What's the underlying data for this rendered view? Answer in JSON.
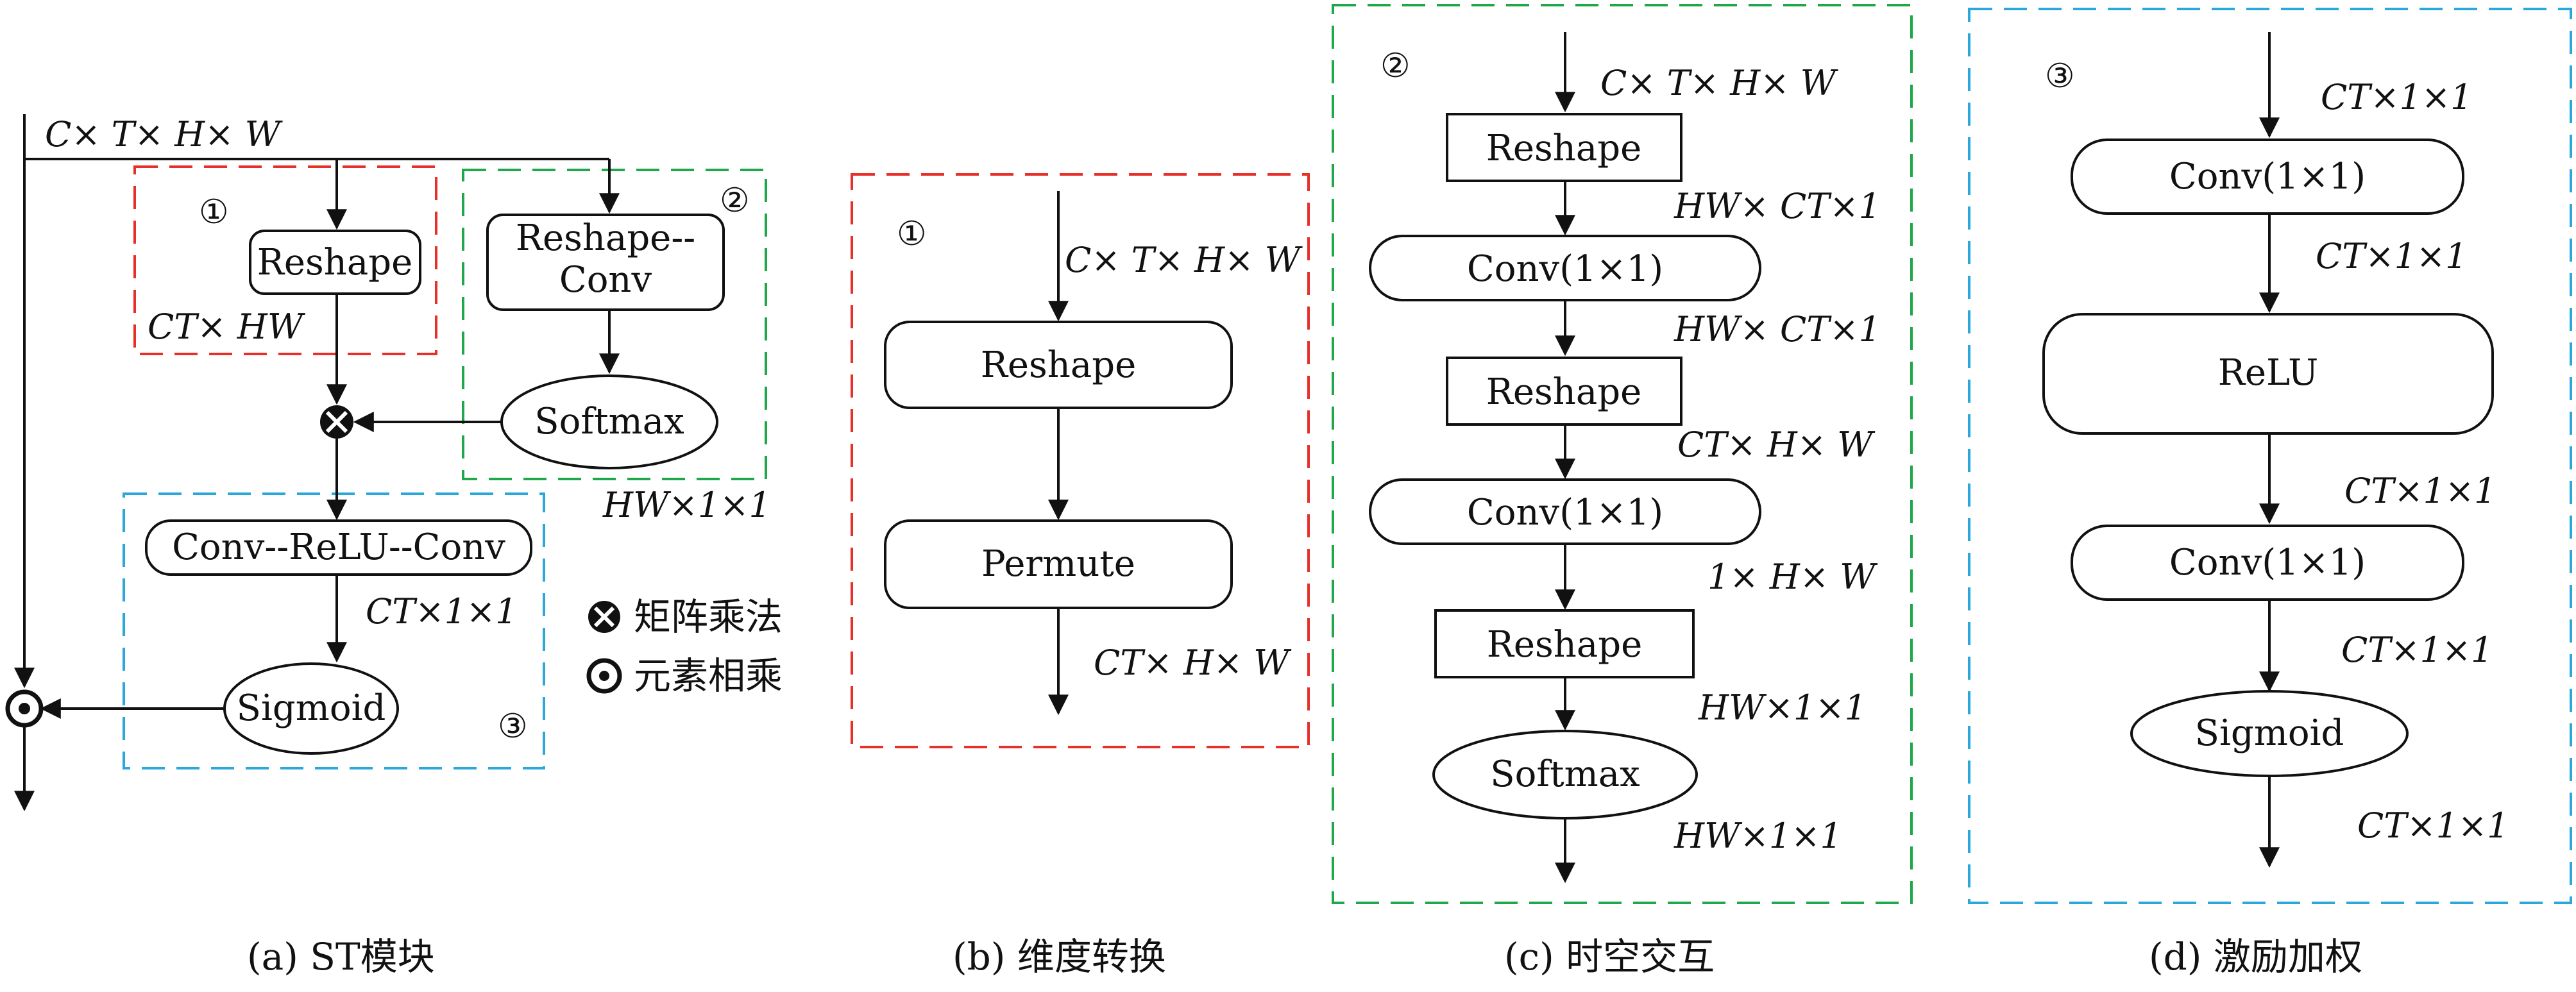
{
  "colors": {
    "red": "#e8302a",
    "green": "#1fa84a",
    "blue": "#2aa8dc",
    "ink": "#111111"
  },
  "panel_a": {
    "caption": "(a) ST模块",
    "input_dim": "C× T× H× W",
    "reshape": "Reshape",
    "reshape_conv_line1": "Reshape--",
    "reshape_conv_line2": "Conv",
    "ct_hw": "CT× HW",
    "softmax": "Softmax",
    "hw11": "HW×1×1",
    "conv_relu_conv": "Conv--ReLU--Conv",
    "ct11": "CT×1×1",
    "sigmoid": "Sigmoid",
    "mark1": "①",
    "mark2": "②",
    "mark3": "③",
    "legend_matmul": "矩阵乘法",
    "legend_elemwise": "元素相乘"
  },
  "panel_b": {
    "caption": "(b) 维度转换",
    "mark1": "①",
    "input_dim": "C× T× H× W",
    "reshape": "Reshape",
    "permute": "Permute",
    "output_dim": "CT× H× W"
  },
  "panel_c": {
    "caption": "(c) 时空交互",
    "mark2": "②",
    "input_dim": "C× T× H× W",
    "reshape1": "Reshape",
    "dim1": "HW× CT×1",
    "conv1": "Conv(1×1)",
    "dim2": "HW× CT×1",
    "reshape2": "Reshape",
    "dim3": "CT× H× W",
    "conv2": "Conv(1×1)",
    "dim4": "1× H× W",
    "reshape3": "Reshape",
    "dim5": "HW×1×1",
    "softmax": "Softmax",
    "dim6": "HW×1×1"
  },
  "panel_d": {
    "caption": "(d) 激励加权",
    "mark3": "③",
    "dim0": "CT×1×1",
    "conv1": "Conv(1×1)",
    "dim1": "CT×1×1",
    "relu": "ReLU",
    "dim2": "CT×1×1",
    "conv2": "Conv(1×1)",
    "dim3": "CT×1×1",
    "sigmoid": "Sigmoid",
    "dim4": "CT×1×1"
  }
}
